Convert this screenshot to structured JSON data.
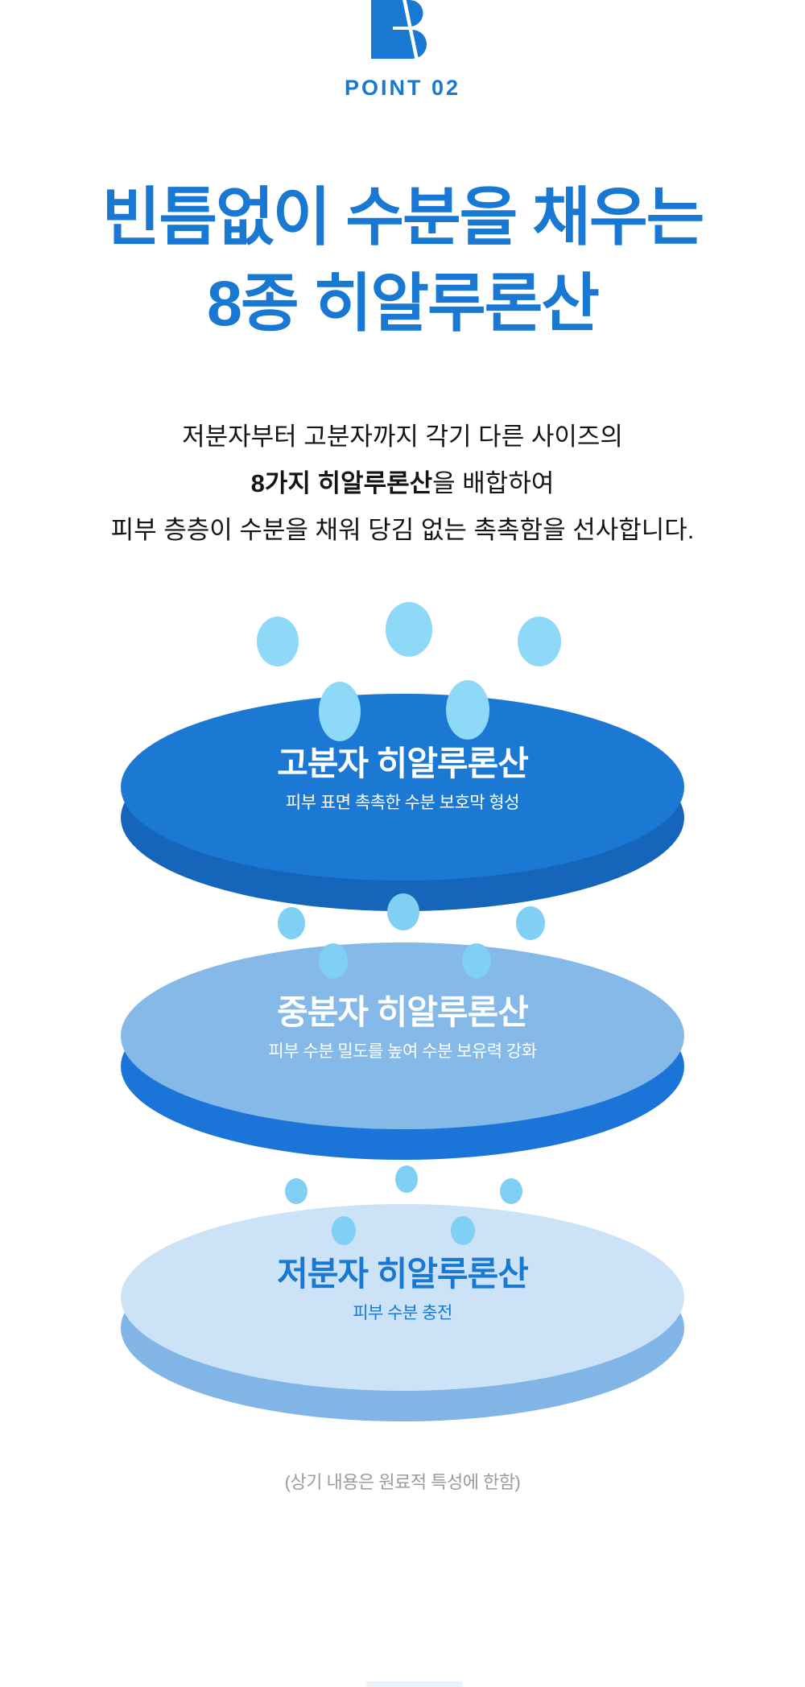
{
  "colors": {
    "accent": "#1878D2",
    "body_text": "#141414",
    "footnote": "#9C9C9C",
    "bubble_large": "#8ED9F7",
    "bubble_small": "#7FD0F4"
  },
  "header": {
    "logo_name": "brand-b-logo",
    "eyebrow": "POINT 02",
    "title_line1": "빈틈없이 수분을 채우는",
    "title_line2": "8종 히알루론산",
    "description": {
      "line1": "저분자부터 고분자까지 각기 다른 사이즈의",
      "line2_bold": "8가지 히알루론산",
      "line2_rest": "을 배합하여",
      "line3": "피부 층층이 수분을 채워 당김 없는 촉촉함을 선사합니다."
    }
  },
  "discs": [
    {
      "title": "고분자 히알루론산",
      "subtitle": "피부 표면 촉촉한 수분 보호막 형성",
      "top_color": "#1B79D4",
      "side_color": "#1565BB",
      "text_color": "#FFFFFF"
    },
    {
      "title": "중분자 히알루론산",
      "subtitle": "피부 수분 밀도를 높여 수분 보유력 강화",
      "top_color": "#85B9E8",
      "side_color": "#1B75D8",
      "text_color": "#FFFFFF"
    },
    {
      "title": "저분자 히알루론산",
      "subtitle": "피부 수분 충전",
      "top_color": "#CCE3F7",
      "side_color": "#80B5E5",
      "text_color": "#1878D2"
    }
  ],
  "footnote": "(상기 내용은 원료적 특성에 한함)"
}
